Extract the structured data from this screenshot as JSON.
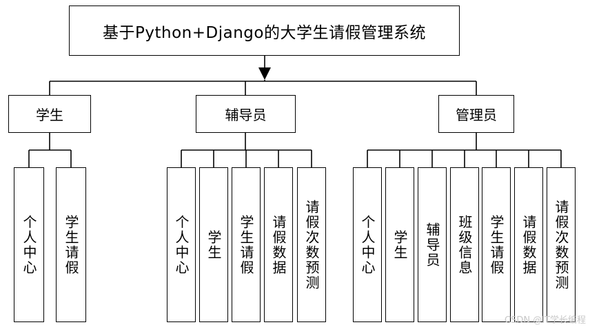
{
  "diagram": {
    "root": {
      "label": "基于Python+Django的大学生请假管理系统"
    },
    "groups": [
      {
        "label": "学生",
        "children": [
          "个人中心",
          "学生请假"
        ]
      },
      {
        "label": "辅导员",
        "children": [
          "个人中心",
          "学生",
          "学生请假",
          "请假数据",
          "请假次数预测"
        ]
      },
      {
        "label": "管理员",
        "children": [
          "个人中心",
          "学生",
          "辅导员",
          "班级信息",
          "学生请假",
          "请假数据",
          "请假次数预测"
        ]
      }
    ]
  },
  "watermark": "CSDN @IT学长编程"
}
